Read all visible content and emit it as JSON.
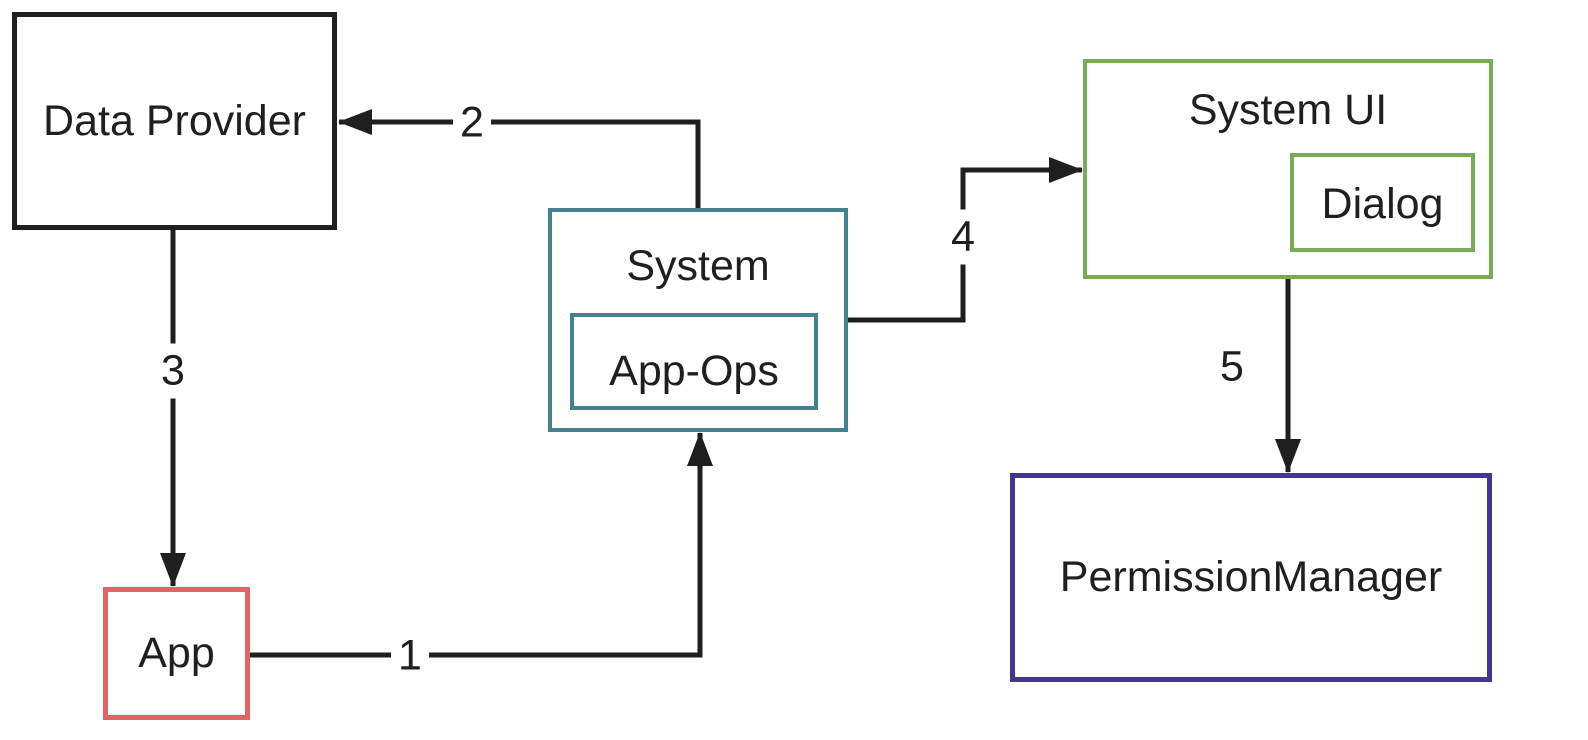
{
  "diagram": {
    "type": "architecture-flow-diagram",
    "background": "#ffffff",
    "line_color": "#1f1f1f",
    "nodes": {
      "data_provider": {
        "label": "Data Provider",
        "border_color": "#1f1f1f"
      },
      "app": {
        "label": "App",
        "border_color": "#e06666"
      },
      "system": {
        "label": "System",
        "border_color": "#45818e"
      },
      "app_ops": {
        "label": "App-Ops",
        "border_color": "#45818e",
        "parent": "system"
      },
      "system_ui": {
        "label": "System UI",
        "border_color": "#77ab59"
      },
      "dialog": {
        "label": "Dialog",
        "border_color": "#77ab59",
        "parent": "system_ui"
      },
      "permission_manager": {
        "label": "PermissionManager",
        "border_color": "#41378c"
      }
    },
    "edges": [
      {
        "label": "1",
        "from": "App",
        "to": "System"
      },
      {
        "label": "2",
        "from": "System",
        "to": "Data Provider"
      },
      {
        "label": "3",
        "from": "Data Provider",
        "to": "App"
      },
      {
        "label": "4",
        "from": "System",
        "to": "System UI"
      },
      {
        "label": "5",
        "from": "System UI",
        "to": "PermissionManager"
      }
    ]
  }
}
